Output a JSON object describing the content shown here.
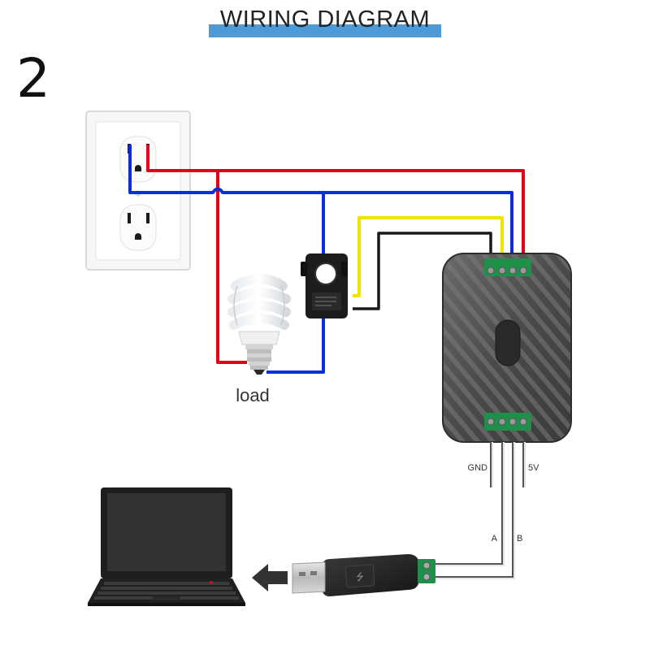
{
  "title": "WIRING DIAGRAM",
  "step_number": "2",
  "load_label": "load",
  "pins": {
    "gnd": "GND",
    "vcc": "5V",
    "a": "A",
    "b": "B"
  },
  "colors": {
    "live_wire": "#e3001b",
    "neutral_wire": "#0a2fd8",
    "ct_wire_1": "#f2e400",
    "ct_wire_2": "#1a1a1a",
    "title_bar": "#4e9ad6"
  }
}
